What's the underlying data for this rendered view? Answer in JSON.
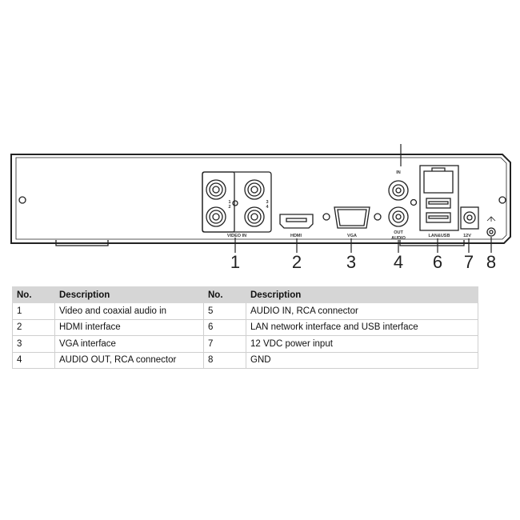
{
  "panel_labels": {
    "video_in": "VIDEO IN",
    "hdmi": "HDMI",
    "vga": "VGA",
    "audio_in": "IN",
    "audio_out": "OUT",
    "audio": "AUDIO",
    "lan_usb": "LAN&USB",
    "power": "12V",
    "channels": [
      "1",
      "2",
      "3",
      "4"
    ]
  },
  "callouts": [
    "1",
    "2",
    "3",
    "4",
    "6",
    "7",
    "8"
  ],
  "table": {
    "headers": [
      "No.",
      "Description",
      "No.",
      "Description"
    ],
    "rows": [
      [
        "1",
        "Video and coaxial audio in",
        "5",
        "AUDIO IN, RCA connector"
      ],
      [
        "2",
        "HDMI interface",
        "6",
        "LAN network interface and USB interface"
      ],
      [
        "3",
        "VGA interface",
        "7",
        "12 VDC power input"
      ],
      [
        "4",
        "AUDIO OUT, RCA connector",
        "8",
        "GND"
      ]
    ]
  }
}
